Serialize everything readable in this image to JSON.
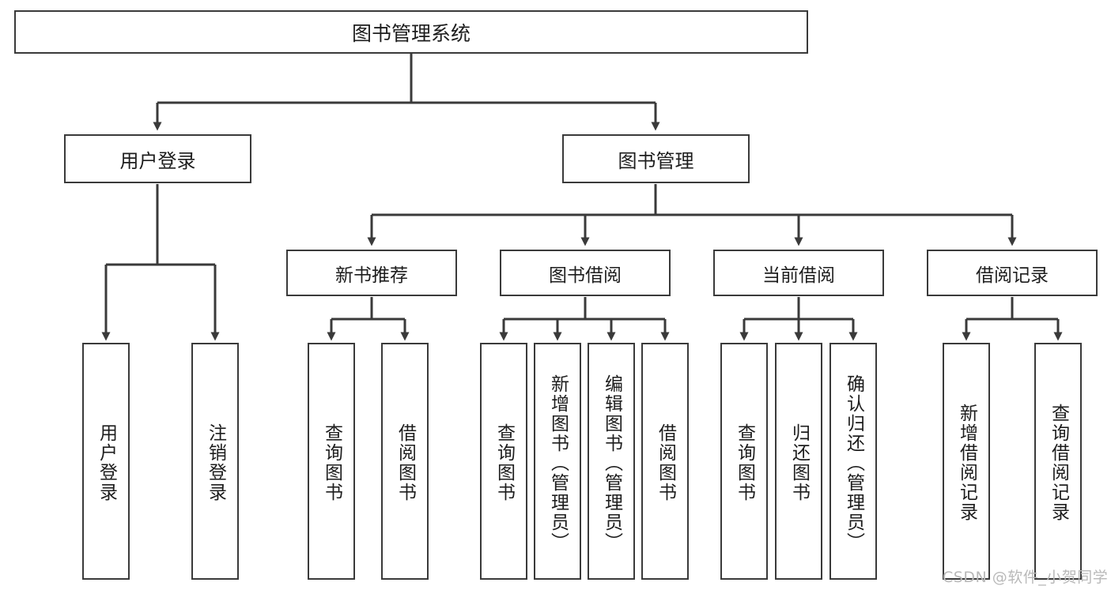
{
  "diagram": {
    "title": "图书管理系统",
    "type": "tree-hierarchy",
    "orientation": "top-down",
    "colors": {
      "box_border": "#3a3a3a",
      "box_fill": "#ffffff",
      "connector": "#3a3a3a",
      "text": "#1d1d1d",
      "watermark": "#b9b9b9",
      "background": "#ffffff"
    }
  },
  "nodes": {
    "root": {
      "id": "root",
      "label": "图书管理系统",
      "level": 1
    },
    "level2": [
      {
        "id": "user-login",
        "label": "用户登录",
        "level": 2
      },
      {
        "id": "book-manage",
        "label": "图书管理",
        "level": 2
      }
    ],
    "level3": [
      {
        "id": "new-book-recommend",
        "label": "新书推荐",
        "level": 3,
        "parent": "book-manage"
      },
      {
        "id": "book-borrow",
        "label": "图书借阅",
        "level": 3,
        "parent": "book-manage"
      },
      {
        "id": "current-borrow",
        "label": "当前借阅",
        "level": 3,
        "parent": "book-manage"
      },
      {
        "id": "borrow-record",
        "label": "借阅记录",
        "level": 3,
        "parent": "book-manage"
      }
    ],
    "leaves": [
      {
        "id": "leaf-user-login",
        "label": "用户登录",
        "parent": "user-login"
      },
      {
        "id": "leaf-user-logout",
        "label": "注销登录",
        "parent": "user-login"
      },
      {
        "id": "leaf-query-book-1",
        "label": "查询图书",
        "parent": "new-book-recommend"
      },
      {
        "id": "leaf-borrow-book-1",
        "label": "借阅图书",
        "parent": "new-book-recommend"
      },
      {
        "id": "leaf-query-book-2",
        "label": "查询图书",
        "parent": "book-borrow"
      },
      {
        "id": "leaf-add-book",
        "label": "新增图书（管理员）",
        "parent": "book-borrow"
      },
      {
        "id": "leaf-edit-book",
        "label": "编辑图书（管理员）",
        "parent": "book-borrow"
      },
      {
        "id": "leaf-borrow-book-2",
        "label": "借阅图书",
        "parent": "book-borrow"
      },
      {
        "id": "leaf-query-book-3",
        "label": "查询图书",
        "parent": "current-borrow"
      },
      {
        "id": "leaf-return-book",
        "label": "归还图书",
        "parent": "current-borrow"
      },
      {
        "id": "leaf-confirm-return",
        "label": "确认归还（管理员）",
        "parent": "current-borrow"
      },
      {
        "id": "leaf-add-record",
        "label": "新增借阅记录",
        "parent": "borrow-record"
      },
      {
        "id": "leaf-query-record",
        "label": "查询借阅记录",
        "parent": "borrow-record"
      }
    ]
  },
  "watermark": {
    "text": "CSDN @软件_小贺同学"
  }
}
